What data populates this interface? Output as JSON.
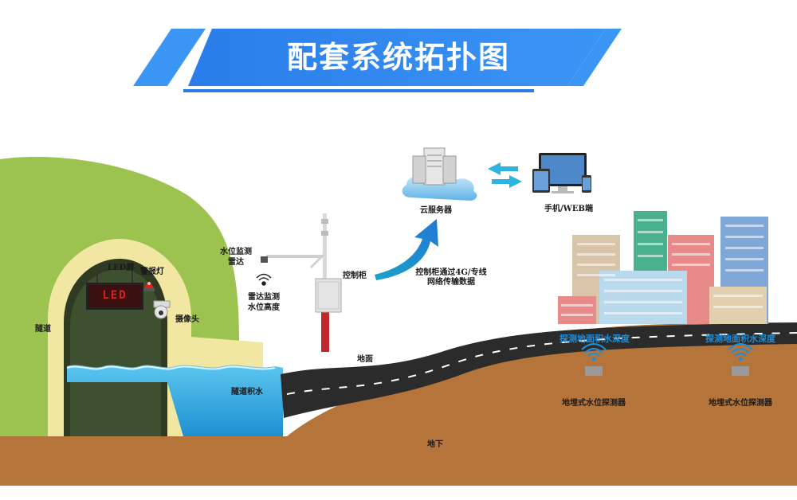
{
  "title": "配套系统拓扑图",
  "labels": {
    "tunnel": "隧道",
    "led_screen": "LED屏",
    "led_display": "LED",
    "alarm_light": "警报灯",
    "camera": "摄像头",
    "radar_water_level": "水位监测\n雷达",
    "radar_water_height": "雷达监测\n水位高度",
    "control_cabinet": "控制柜",
    "cloud_server": "云服务器",
    "mobile_web": "手机/WEB端",
    "transmission": "控制柜通过4G/专线\n网络传输数据",
    "tunnel_water": "隧道积水",
    "ground": "地面",
    "underground": "地下",
    "detect_depth_1": "探测地面积水深度",
    "detect_depth_2": "探测地面积水深度",
    "buried_detector_1": "地埋式水位探测器",
    "buried_detector_2": "地埋式水位探测器"
  },
  "colors": {
    "banner_blue": "#2f80ed",
    "hill_green": "#9cc24f",
    "tunnel_beige": "#f1e7a2",
    "soil_brown": "#b5743a",
    "water_blue": "#2aa7df",
    "road_dark": "#2b2b2b",
    "accent_blue": "#1e8ed8",
    "pole_red": "#c0272d"
  }
}
